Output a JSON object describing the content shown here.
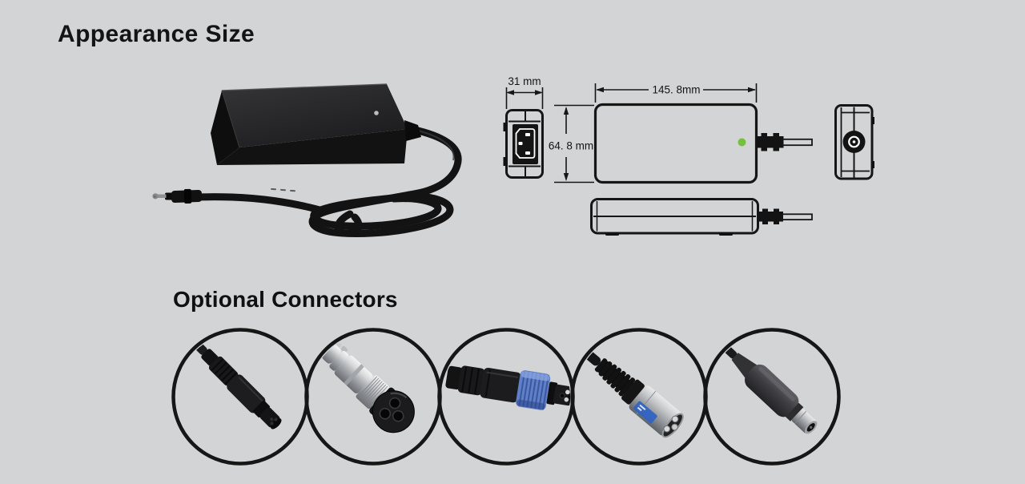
{
  "titles": {
    "appearance": "Appearance Size",
    "connectors": "Optional Connectors"
  },
  "dimension_labels": {
    "width": "31 mm",
    "height": "64. 8 mm",
    "length": "145. 8mm"
  },
  "colors": {
    "background": "#d3d4d5",
    "drawing_line": "#161616",
    "led_green": "#74c13c",
    "connector_ring_blue": "#5f7fc7",
    "xlr_label_blue": "#2f63c4"
  },
  "figures": {
    "photo": "desktop-power-adapter-with-coiled-cable",
    "views": [
      "ac-inlet-end-view",
      "top-view",
      "side-view",
      "dc-output-end-view"
    ],
    "gallery": [
      "molded-round-connector",
      "gx16-aviation-connector",
      "waterproof-blue-ring-connector",
      "xlr-male-connector",
      "dc-barrel-plug"
    ]
  }
}
